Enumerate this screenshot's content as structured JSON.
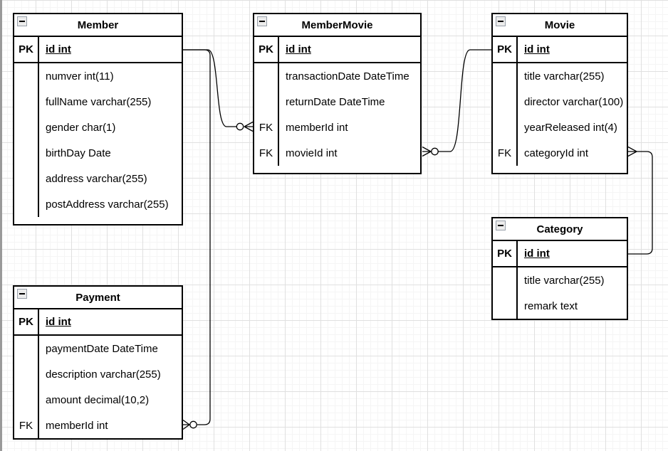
{
  "entities": {
    "member": {
      "title": "Member",
      "rows": [
        {
          "key": "PK",
          "label": "id int"
        },
        {
          "key": "",
          "label": "numver int(11)"
        },
        {
          "key": "",
          "label": "fullName varchar(255)"
        },
        {
          "key": "",
          "label": "gender char(1)"
        },
        {
          "key": "",
          "label": "birthDay Date"
        },
        {
          "key": "",
          "label": "address varchar(255)"
        },
        {
          "key": "",
          "label": "postAddress varchar(255)"
        }
      ]
    },
    "memberMovie": {
      "title": "MemberMovie",
      "rows": [
        {
          "key": "PK",
          "label": "id int"
        },
        {
          "key": "",
          "label": "transactionDate DateTime"
        },
        {
          "key": "",
          "label": "returnDate DateTime"
        },
        {
          "key": "FK",
          "label": "memberId int"
        },
        {
          "key": "FK",
          "label": "movieId int"
        }
      ]
    },
    "movie": {
      "title": "Movie",
      "rows": [
        {
          "key": "PK",
          "label": "id int"
        },
        {
          "key": "",
          "label": "title varchar(255)"
        },
        {
          "key": "",
          "label": "director varchar(100)"
        },
        {
          "key": "",
          "label": "yearReleased int(4)"
        },
        {
          "key": "FK",
          "label": "categoryId int"
        }
      ]
    },
    "category": {
      "title": "Category",
      "rows": [
        {
          "key": "PK",
          "label": "id int"
        },
        {
          "key": "",
          "label": "title varchar(255)"
        },
        {
          "key": "",
          "label": "remark text"
        }
      ]
    },
    "payment": {
      "title": "Payment",
      "rows": [
        {
          "key": "PK",
          "label": "id int"
        },
        {
          "key": "",
          "label": "paymentDate DateTime"
        },
        {
          "key": "",
          "label": "description varchar(255)"
        },
        {
          "key": "",
          "label": "amount decimal(10,2)"
        },
        {
          "key": "FK",
          "label": "memberId int"
        }
      ]
    }
  },
  "relationships": [
    {
      "from": "Member.id",
      "to": "MemberMovie.memberId",
      "from_end": "one",
      "to_end": "zero-or-many"
    },
    {
      "from": "Member.id",
      "to": "Payment.memberId",
      "from_end": "one",
      "to_end": "zero-or-many"
    },
    {
      "from": "Movie.id",
      "to": "MemberMovie.movieId",
      "from_end": "one",
      "to_end": "zero-or-many"
    },
    {
      "from": "Category.id",
      "to": "Movie.categoryId",
      "from_end": "one",
      "to_end": "many"
    }
  ],
  "colors": {
    "table_bg": "#ffffff",
    "table_border": "#000000",
    "text": "#000000",
    "edge": "#000000",
    "grid_minor": "#f5f5f5",
    "grid_major": "#e0e0e0",
    "collapse_bg": "#ececec",
    "collapse_border": "#98a0aa"
  },
  "icons": {
    "collapse": "minus"
  }
}
